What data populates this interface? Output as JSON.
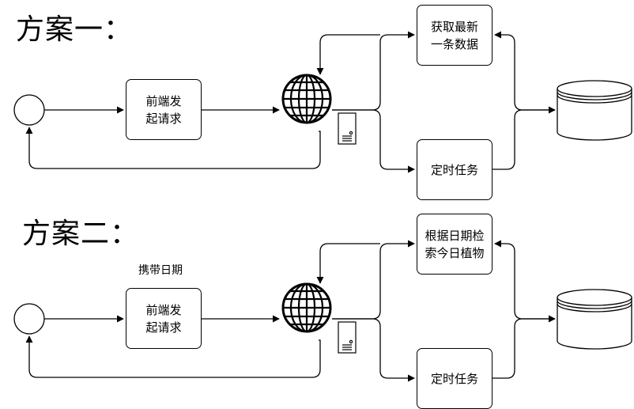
{
  "schemes": [
    {
      "title": "方案一：",
      "request_label": "前端发\n起请求",
      "top_task": "获取最新\n一条数据",
      "bottom_task": "定时任务",
      "annotation": ""
    },
    {
      "title": "方案二：",
      "request_label": "前端发\n起请求",
      "top_task": "根据日期检\n索今日植物",
      "bottom_task": "定时任务",
      "annotation": "携带日期"
    }
  ],
  "icons": {
    "start": "start-event-circle",
    "network": "globe-icon",
    "server": "server-icon",
    "database": "database-icon"
  }
}
